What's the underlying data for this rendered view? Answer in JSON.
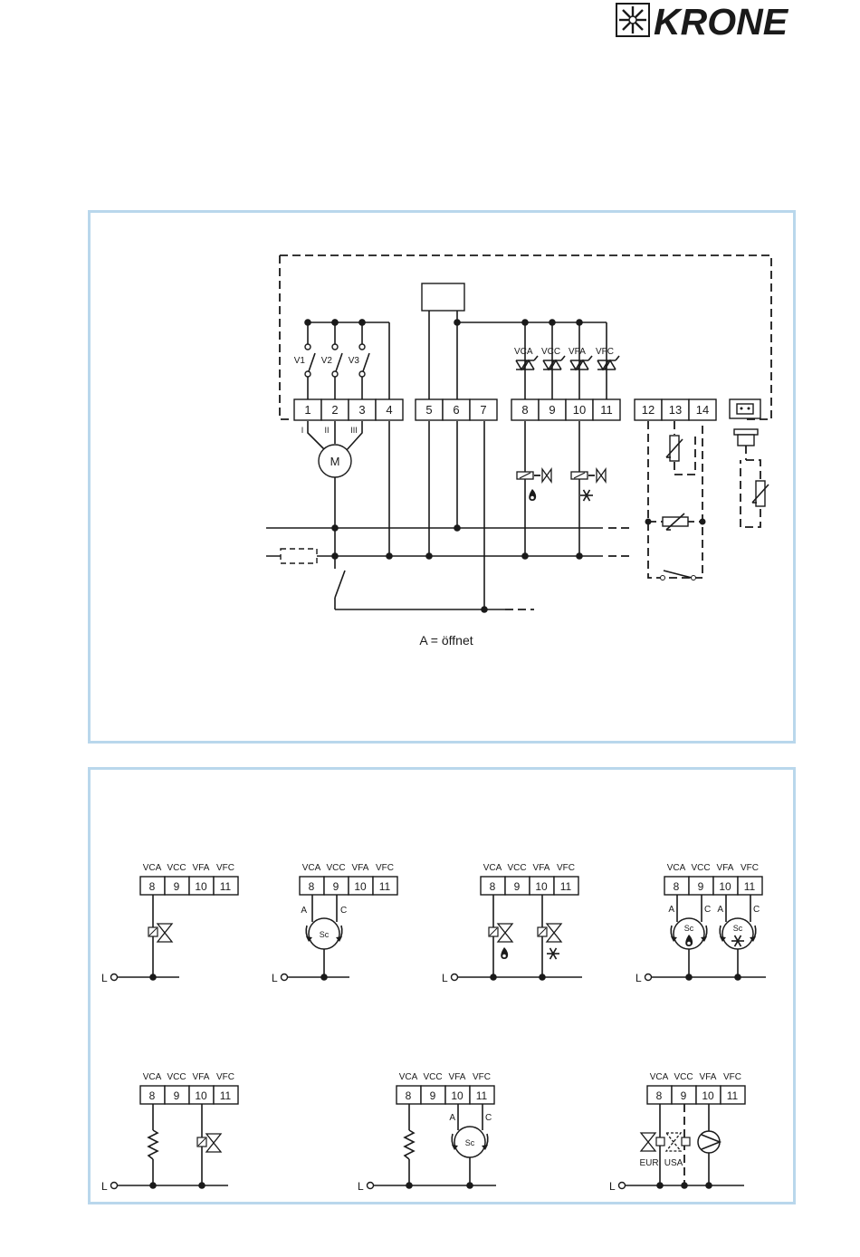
{
  "brand": {
    "name": "KRONE"
  },
  "top_diagram": {
    "speed_switches": [
      "V1",
      "V2",
      "V3"
    ],
    "motor_windings": [
      "I",
      "II",
      "III"
    ],
    "motor_label": "M",
    "valve_outputs": [
      "VCA",
      "VCC",
      "VFA",
      "VFC"
    ],
    "terminals": [
      "1",
      "2",
      "3",
      "4",
      "5",
      "6",
      "7",
      "8",
      "9",
      "10",
      "11",
      "12",
      "13",
      "14"
    ],
    "caption": "A = öffnet"
  },
  "bottom_diagrams": {
    "column_labels": [
      "VCA",
      "VCC",
      "VFA",
      "VFC"
    ],
    "terminals": [
      "8",
      "9",
      "10",
      "11"
    ],
    "line_label": "L",
    "actuator_label": "Sc",
    "open_label": "A",
    "close_label": "C",
    "eur_label": "EUR",
    "usa_label": "USA"
  }
}
